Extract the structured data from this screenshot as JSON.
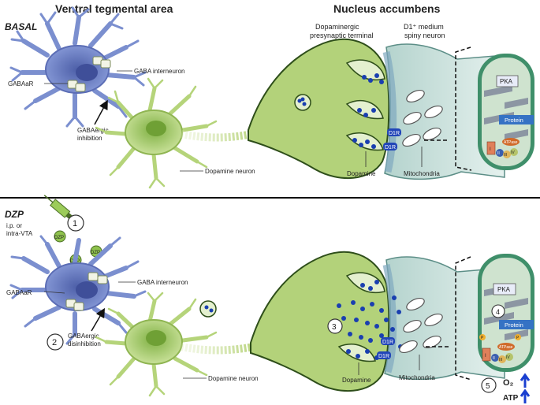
{
  "header": {
    "left_title": "Ventral tegmental area",
    "right_title": "Nucleus accumbens"
  },
  "basal": {
    "state": "BASAL",
    "gabaar": "GABAaR",
    "gaba_interneuron": "GABA interneuron",
    "inhibition_line1": "GABAergic",
    "inhibition_line2": "inhibition",
    "dopamine_neuron": "Dopamine neuron",
    "presyn_line1": "Dopaminergic",
    "presyn_line2": "presynaptic terminal",
    "spiny_line1": "D1⁺ medium",
    "spiny_line2": "spiny neuron",
    "dopamine": "Dopamine",
    "mitochondria": "Mitochondria",
    "d1r": "D1R",
    "pka": "PKA",
    "protein": "Protein",
    "complexes": [
      "I",
      "II",
      "III",
      "IV"
    ],
    "atp_synthase": "ATPase"
  },
  "dzp": {
    "state": "DZP",
    "route_line1": "i.p. or",
    "route_line2": "intra-VTA",
    "drug": "DZP",
    "gabaar": "GABAaR",
    "gaba_interneuron": "GABA interneuron",
    "disinhibition_line1": "GABAergic",
    "disinhibition_line2": "disinhibition",
    "dopamine_neuron": "Dopamine neuron",
    "dopamine": "Dopamine",
    "mitochondria": "Mitochondria",
    "d1r": "D1R",
    "pka": "PKA",
    "protein": "Protein",
    "phospho": "P",
    "complexes": [
      "I",
      "II",
      "III",
      "IV"
    ],
    "atp_synthase": "ATPase",
    "o2": "O₂",
    "atp": "ATP",
    "steps": [
      "1",
      "2",
      "3",
      "4",
      "5"
    ]
  },
  "colors": {
    "gaba_neuron": "#7b8fcf",
    "dopamine_neuron": "#b5d47a",
    "terminal": "#a9cc6e",
    "spiny": "#bfdcd8",
    "mito_outer": "#3f8f6a",
    "vesicle": "#1a3fb0",
    "arrow_up": "#1a3fd0"
  }
}
